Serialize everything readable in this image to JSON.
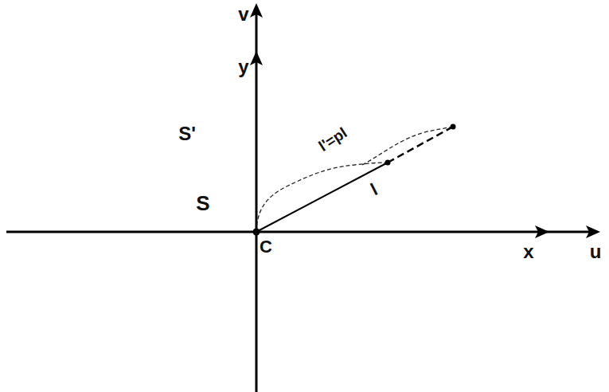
{
  "diagram": {
    "nodes": [
      {
        "text": [
          "S'"
        ]
      },
      {
        "text": [
          "S"
        ],
        "in": 0
      }
    ],
    "labels": [
      "v",
      "y",
      "l'=pl",
      "l",
      "C",
      "x",
      "u"
    ]
  }
}
